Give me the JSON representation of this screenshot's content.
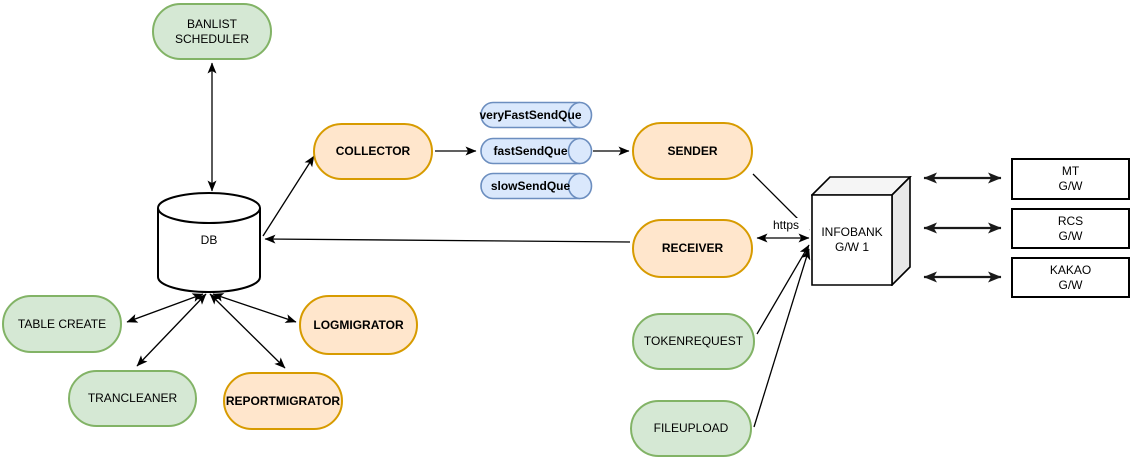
{
  "diagram": {
    "colors": {
      "green_fill": "#D5E8D4",
      "green_stroke": "#82B366",
      "orange_fill": "#FFE6CC",
      "orange_stroke": "#D79B00",
      "blue_fill": "#DAE8FC",
      "blue_stroke": "#6C8EBF"
    },
    "nodes": {
      "banlist_scheduler": "BANLIST\nSCHEDULER",
      "db": "DB",
      "collector": "COLLECTOR",
      "queue_very_fast": "veryFastSendQue",
      "queue_fast": "fastSendQue",
      "queue_slow": "slowSendQue",
      "sender": "SENDER",
      "receiver": "RECEIVER",
      "infobank_gw": "INFOBANK\nG/W 1",
      "mt_gw": "MT\nG/W",
      "rcs_gw": "RCS\nG/W",
      "kakao_gw": "KAKAO\nG/W",
      "table_create": "TABLE CREATE",
      "trancleaner": "TRANCLEANER",
      "logmigrator": "LOGMIGRATOR",
      "reportmigrator": "REPORTMIGRATOR",
      "tokenrequest": "TOKENREQUEST",
      "fileupload": "FILEUPLOAD"
    },
    "edge_labels": {
      "receiver_infobank": "https"
    }
  }
}
